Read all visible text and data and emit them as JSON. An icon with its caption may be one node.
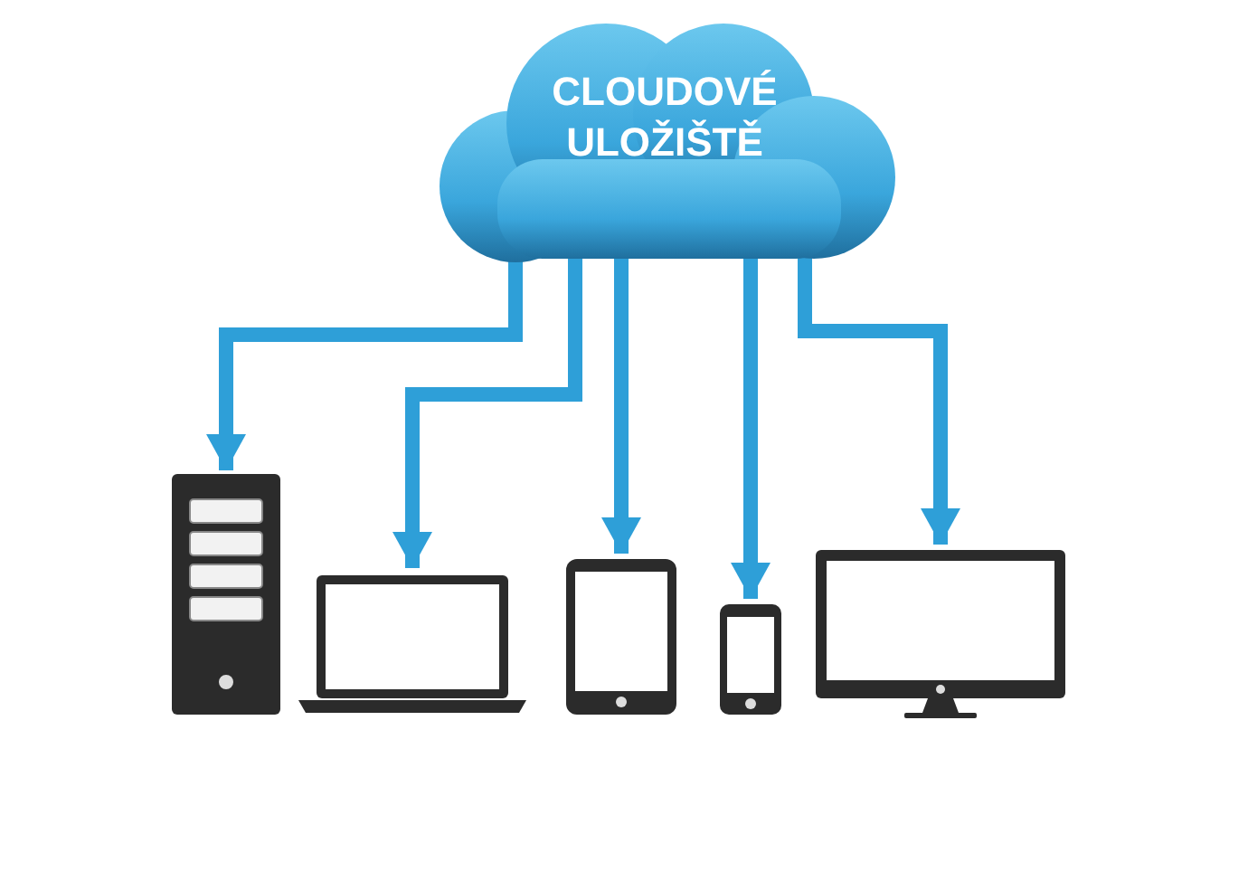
{
  "diagram": {
    "nodes": [
      {
        "text": [
          "CLOUDOVÉ ULOŽIŠTĚ"
        ]
      },
      {
        "text": [],
        "shape": "picture"
      },
      {
        "text": [],
        "shape": "picture"
      },
      {
        "text": [],
        "shape": "picture"
      },
      {
        "text": [],
        "shape": "picture"
      },
      {
        "text": [],
        "shape": "picture"
      }
    ],
    "edges": [
      {
        "from": 0,
        "to": 1,
        "arrow": "to"
      },
      {
        "from": 0,
        "to": 2,
        "arrow": "to"
      },
      {
        "from": 0,
        "to": 3,
        "arrow": "to"
      },
      {
        "from": 0,
        "to": 4,
        "arrow": "to"
      },
      {
        "from": 0,
        "to": 5,
        "arrow": "to"
      }
    ]
  }
}
